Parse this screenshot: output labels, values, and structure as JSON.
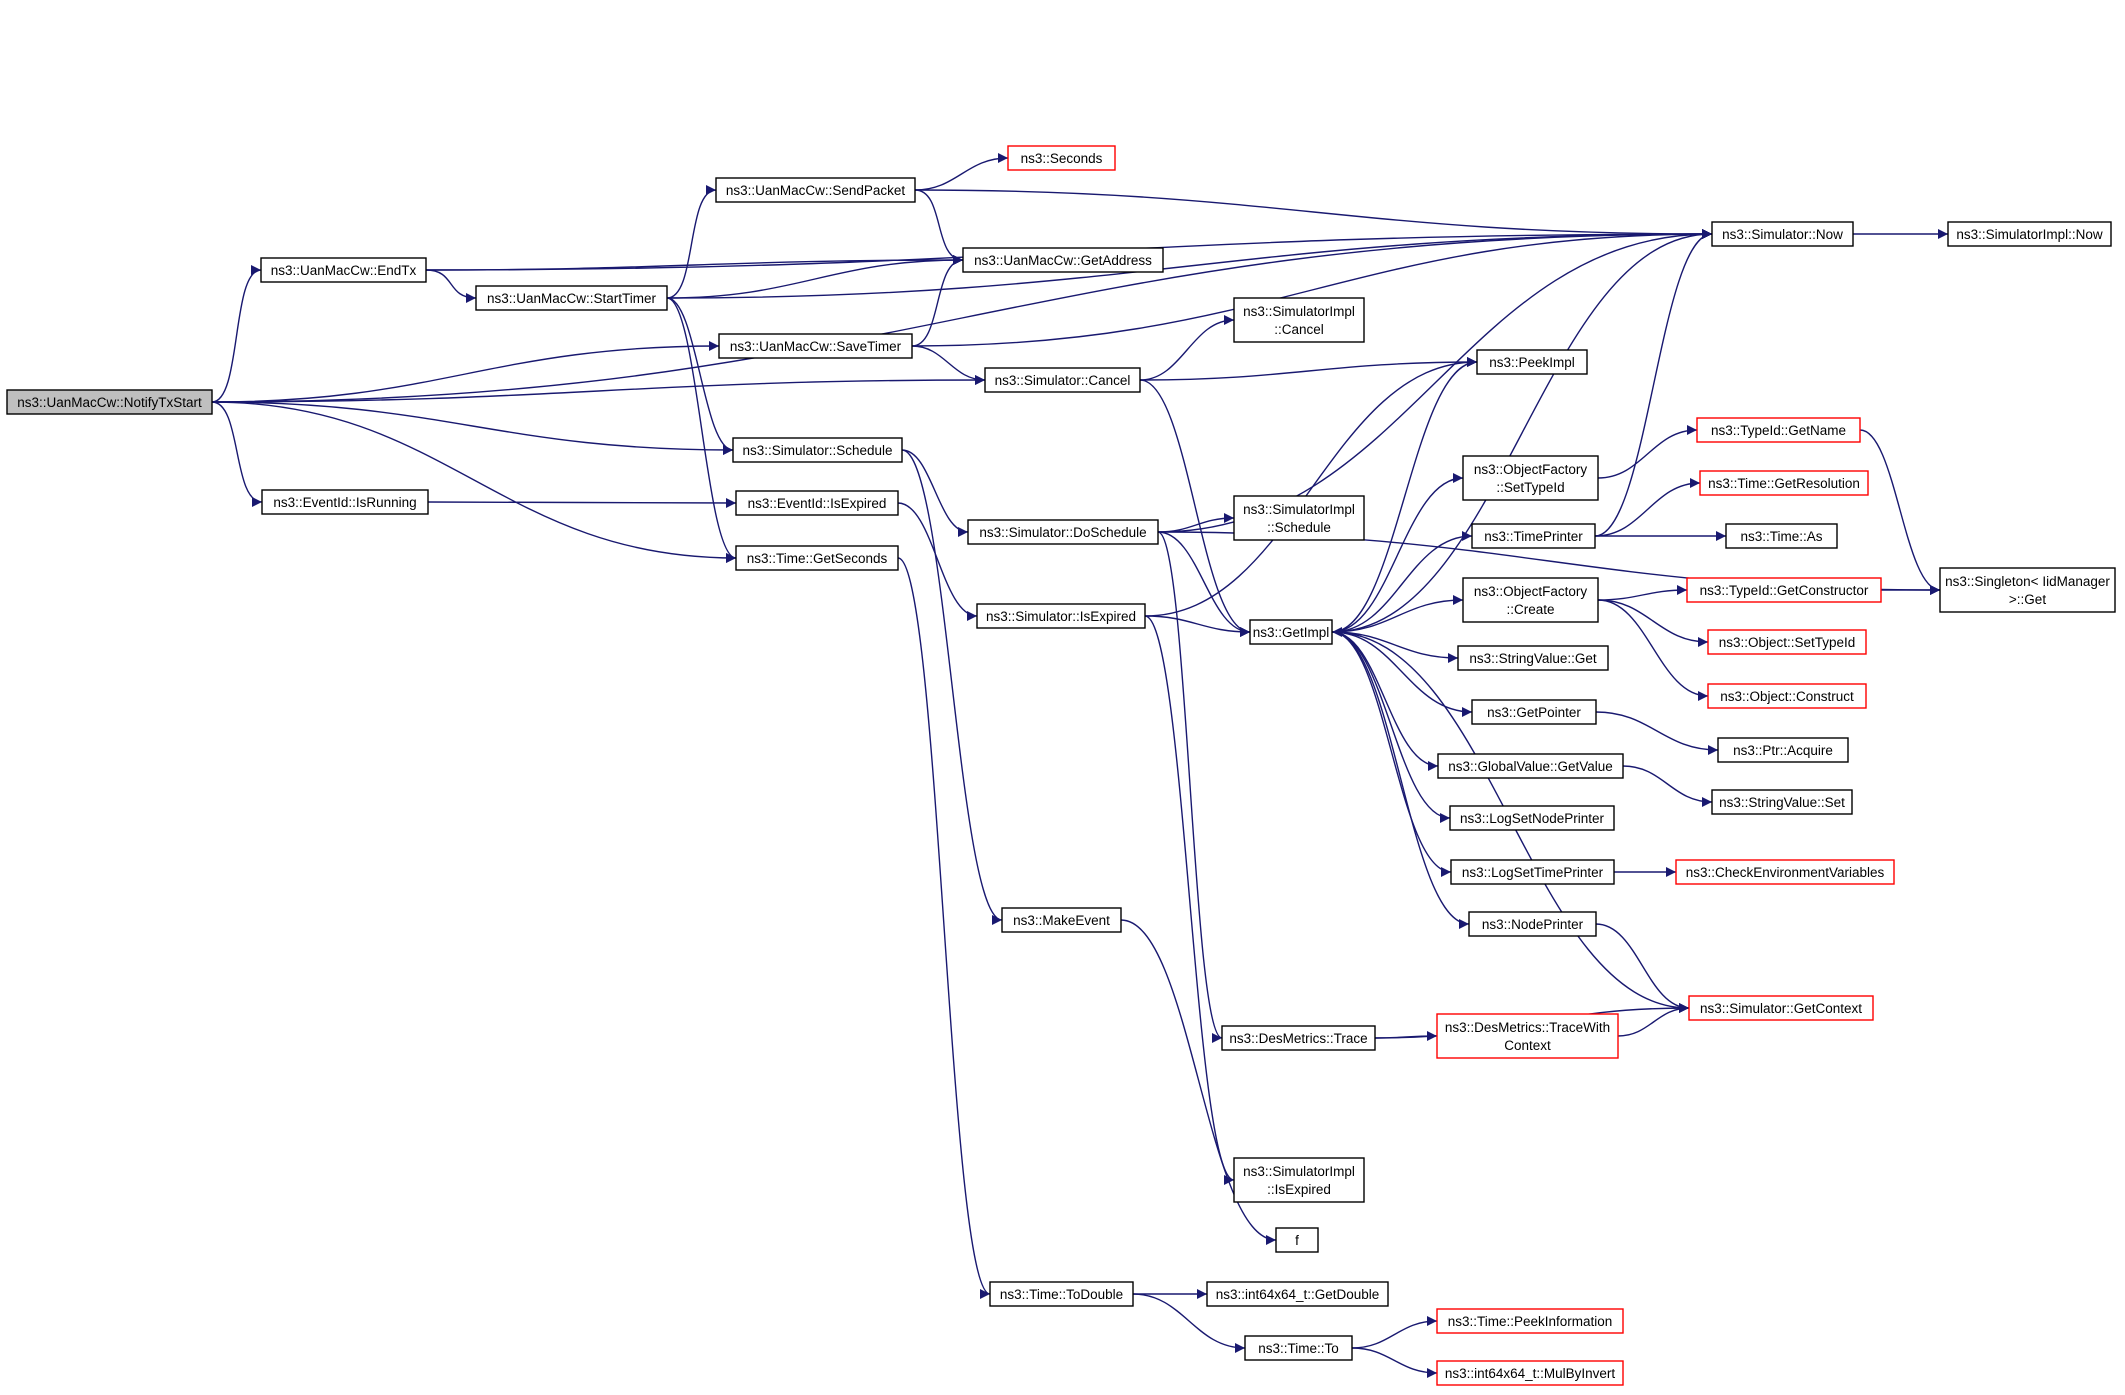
{
  "graph": {
    "edge_color": "#191970",
    "truncated_node_border": "#ff0000",
    "root_fill": "#bfbfbf",
    "nodes": [
      {
        "id": "root",
        "lines": [
          "ns3::UanMacCw::NotifyTxStart"
        ]
      },
      {
        "id": "endtx",
        "lines": [
          "ns3::UanMacCw::EndTx"
        ]
      },
      {
        "id": "starttimer",
        "lines": [
          "ns3::UanMacCw::StartTimer"
        ]
      },
      {
        "id": "sendpacket",
        "lines": [
          "ns3::UanMacCw::SendPacket"
        ]
      },
      {
        "id": "seconds",
        "lines": [
          "ns3::Seconds"
        ],
        "truncated": true
      },
      {
        "id": "getaddress",
        "lines": [
          "ns3::UanMacCw::GetAddress"
        ]
      },
      {
        "id": "savetimer",
        "lines": [
          "ns3::UanMacCw::SaveTimer"
        ]
      },
      {
        "id": "cancel",
        "lines": [
          "ns3::Simulator::Cancel"
        ]
      },
      {
        "id": "schedule",
        "lines": [
          "ns3::Simulator::Schedule"
        ]
      },
      {
        "id": "isrunning",
        "lines": [
          "ns3::EventId::IsRunning"
        ]
      },
      {
        "id": "isexpired",
        "lines": [
          "ns3::EventId::IsExpired"
        ]
      },
      {
        "id": "getseconds",
        "lines": [
          "ns3::Time::GetSeconds"
        ]
      },
      {
        "id": "simnow",
        "lines": [
          "ns3::Simulator::Now"
        ]
      },
      {
        "id": "implnow",
        "lines": [
          "ns3::SimulatorImpl::Now"
        ]
      },
      {
        "id": "implcancel",
        "lines": [
          "ns3::SimulatorImpl",
          "::Cancel"
        ]
      },
      {
        "id": "peekimpl",
        "lines": [
          "ns3::PeekImpl"
        ]
      },
      {
        "id": "doschedule",
        "lines": [
          "ns3::Simulator::DoSchedule"
        ]
      },
      {
        "id": "implschedule",
        "lines": [
          "ns3::SimulatorImpl",
          "::Schedule"
        ]
      },
      {
        "id": "simisexpired",
        "lines": [
          "ns3::Simulator::IsExpired"
        ]
      },
      {
        "id": "getimpl",
        "lines": [
          "ns3::GetImpl"
        ]
      },
      {
        "id": "settypeid",
        "lines": [
          "ns3::ObjectFactory",
          "::SetTypeId"
        ]
      },
      {
        "id": "getname",
        "lines": [
          "ns3::TypeId::GetName"
        ],
        "truncated": true
      },
      {
        "id": "timeprinter",
        "lines": [
          "ns3::TimePrinter"
        ]
      },
      {
        "id": "getresolution",
        "lines": [
          "ns3::Time::GetResolution"
        ],
        "truncated": true
      },
      {
        "id": "timeas",
        "lines": [
          "ns3::Time::As"
        ]
      },
      {
        "id": "ofcreate",
        "lines": [
          "ns3::ObjectFactory",
          "::Create"
        ]
      },
      {
        "id": "getconstructor",
        "lines": [
          "ns3::TypeId::GetConstructor"
        ],
        "truncated": true
      },
      {
        "id": "singleton",
        "lines": [
          "ns3::Singleton< IidManager",
          " >::Get"
        ]
      },
      {
        "id": "objsettypeid",
        "lines": [
          "ns3::Object::SetTypeId"
        ],
        "truncated": true
      },
      {
        "id": "strget",
        "lines": [
          "ns3::StringValue::Get"
        ]
      },
      {
        "id": "objconstruct",
        "lines": [
          "ns3::Object::Construct"
        ],
        "truncated": true
      },
      {
        "id": "getpointer",
        "lines": [
          "ns3::GetPointer"
        ]
      },
      {
        "id": "ptracquire",
        "lines": [
          "ns3::Ptr::Acquire"
        ]
      },
      {
        "id": "gvgetvalue",
        "lines": [
          "ns3::GlobalValue::GetValue"
        ]
      },
      {
        "id": "strset",
        "lines": [
          "ns3::StringValue::Set"
        ]
      },
      {
        "id": "logsetnode",
        "lines": [
          "ns3::LogSetNodePrinter"
        ]
      },
      {
        "id": "logsettime",
        "lines": [
          "ns3::LogSetTimePrinter"
        ]
      },
      {
        "id": "checkenv",
        "lines": [
          "ns3::CheckEnvironmentVariables"
        ],
        "truncated": true
      },
      {
        "id": "makeevent",
        "lines": [
          "ns3::MakeEvent"
        ]
      },
      {
        "id": "nodeprinter",
        "lines": [
          "ns3::NodePrinter"
        ]
      },
      {
        "id": "trace",
        "lines": [
          "ns3::DesMetrics::Trace"
        ]
      },
      {
        "id": "tracewith",
        "lines": [
          "ns3::DesMetrics::TraceWith",
          "Context"
        ],
        "truncated": true
      },
      {
        "id": "getcontext",
        "lines": [
          "ns3::Simulator::GetContext"
        ],
        "truncated": true
      },
      {
        "id": "implisexpired",
        "lines": [
          "ns3::SimulatorImpl",
          "::IsExpired"
        ]
      },
      {
        "id": "f",
        "lines": [
          "f"
        ]
      },
      {
        "id": "todouble",
        "lines": [
          "ns3::Time::ToDouble"
        ]
      },
      {
        "id": "getdouble",
        "lines": [
          "ns3::int64x64_t::GetDouble"
        ]
      },
      {
        "id": "timeto",
        "lines": [
          "ns3::Time::To"
        ]
      },
      {
        "id": "peekinfo",
        "lines": [
          "ns3::Time::PeekInformation"
        ],
        "truncated": true
      },
      {
        "id": "mulbyinvert",
        "lines": [
          "ns3::int64x64_t::MulByInvert"
        ],
        "truncated": true
      }
    ],
    "edges": [
      [
        "root",
        "endtx"
      ],
      [
        "root",
        "simnow"
      ],
      [
        "root",
        "savetimer"
      ],
      [
        "root",
        "cancel"
      ],
      [
        "root",
        "schedule"
      ],
      [
        "root",
        "isrunning"
      ],
      [
        "root",
        "getseconds"
      ],
      [
        "endtx",
        "simnow"
      ],
      [
        "endtx",
        "starttimer"
      ],
      [
        "endtx",
        "getaddress"
      ],
      [
        "starttimer",
        "simnow"
      ],
      [
        "starttimer",
        "sendpacket"
      ],
      [
        "starttimer",
        "getaddress"
      ],
      [
        "starttimer",
        "schedule"
      ],
      [
        "starttimer",
        "getseconds"
      ],
      [
        "sendpacket",
        "seconds"
      ],
      [
        "sendpacket",
        "getaddress"
      ],
      [
        "sendpacket",
        "simnow"
      ],
      [
        "savetimer",
        "getaddress"
      ],
      [
        "savetimer",
        "simnow"
      ],
      [
        "savetimer",
        "cancel"
      ],
      [
        "cancel",
        "implcancel"
      ],
      [
        "cancel",
        "peekimpl"
      ],
      [
        "cancel",
        "getimpl"
      ],
      [
        "schedule",
        "doschedule"
      ],
      [
        "schedule",
        "makeevent"
      ],
      [
        "isrunning",
        "isexpired"
      ],
      [
        "isexpired",
        "simisexpired"
      ],
      [
        "getseconds",
        "todouble"
      ],
      [
        "simnow",
        "implnow"
      ],
      [
        "doschedule",
        "simnow"
      ],
      [
        "doschedule",
        "implschedule"
      ],
      [
        "doschedule",
        "getimpl"
      ],
      [
        "doschedule",
        "trace"
      ],
      [
        "doschedule",
        "singleton"
      ],
      [
        "simisexpired",
        "peekimpl"
      ],
      [
        "simisexpired",
        "getimpl"
      ],
      [
        "simisexpired",
        "implisexpired"
      ],
      [
        "getimpl",
        "peekimpl"
      ],
      [
        "getimpl",
        "simnow"
      ],
      [
        "getimpl",
        "settypeid"
      ],
      [
        "getimpl",
        "timeprinter"
      ],
      [
        "getimpl",
        "ofcreate"
      ],
      [
        "getimpl",
        "strget"
      ],
      [
        "getimpl",
        "getpointer"
      ],
      [
        "getimpl",
        "gvgetvalue"
      ],
      [
        "getimpl",
        "logsetnode"
      ],
      [
        "getimpl",
        "logsettime"
      ],
      [
        "getimpl",
        "nodeprinter"
      ],
      [
        "settypeid",
        "getname"
      ],
      [
        "getname",
        "singleton"
      ],
      [
        "timeprinter",
        "simnow"
      ],
      [
        "timeprinter",
        "getresolution"
      ],
      [
        "timeprinter",
        "timeas"
      ],
      [
        "ofcreate",
        "getconstructor"
      ],
      [
        "ofcreate",
        "objsettypeid"
      ],
      [
        "ofcreate",
        "objconstruct"
      ],
      [
        "getconstructor",
        "singleton"
      ],
      [
        "getpointer",
        "ptracquire"
      ],
      [
        "gvgetvalue",
        "strset"
      ],
      [
        "logsettime",
        "checkenv"
      ],
      [
        "nodeprinter",
        "getcontext"
      ],
      [
        "getcontext",
        "getimpl"
      ],
      [
        "makeevent",
        "f"
      ],
      [
        "trace",
        "tracewith"
      ],
      [
        "trace",
        "getcontext"
      ],
      [
        "tracewith",
        "getcontext"
      ],
      [
        "todouble",
        "getdouble"
      ],
      [
        "todouble",
        "timeto"
      ],
      [
        "timeto",
        "peekinfo"
      ],
      [
        "timeto",
        "mulbyinvert"
      ]
    ]
  }
}
